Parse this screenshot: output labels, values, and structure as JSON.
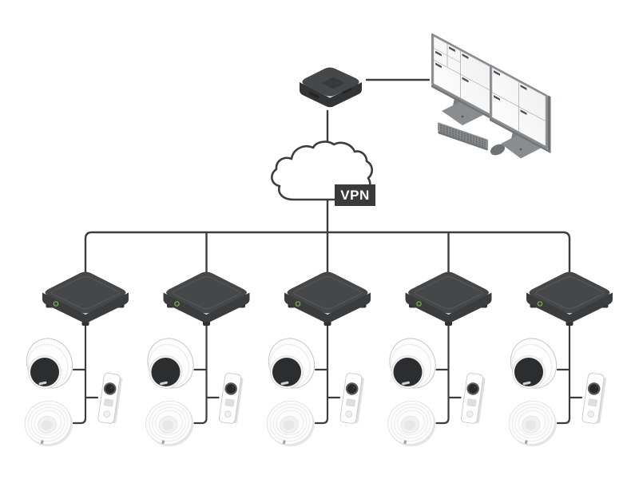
{
  "page": {
    "background": "#ffffff"
  },
  "vpn": {
    "label": "VPN",
    "bg": "#3a3a3a",
    "text_color": "#ffffff"
  },
  "colors": {
    "connector": "#3d3d3d",
    "recorder_dark": "#454749",
    "device_white": "#fcfcfc",
    "status_led_green": "#7cb342",
    "monitor_frame": "#898c8e"
  },
  "nodes": {
    "server": {
      "icon": "recording-server-icon"
    },
    "workstation": {
      "icon": "operator-workstation-icon",
      "monitor_count": 2,
      "left_monitor_tiles": 7,
      "right_monitor_tiles": 4,
      "has_keyboard": true,
      "has_mouse": true
    },
    "network": {
      "icon": "vpn-cloud-icon",
      "label": "VPN"
    },
    "sites": [
      {
        "id": 1,
        "recorder": "recorder-icon",
        "devices": [
          "dome-camera",
          "door-station",
          "ceiling-speaker"
        ]
      },
      {
        "id": 2,
        "recorder": "recorder-icon",
        "devices": [
          "dome-camera",
          "door-station",
          "ceiling-speaker"
        ]
      },
      {
        "id": 3,
        "recorder": "recorder-icon",
        "devices": [
          "dome-camera",
          "door-station",
          "ceiling-speaker"
        ]
      },
      {
        "id": 4,
        "recorder": "recorder-icon",
        "devices": [
          "dome-camera",
          "door-station",
          "ceiling-speaker"
        ]
      },
      {
        "id": 5,
        "recorder": "recorder-icon",
        "devices": [
          "dome-camera",
          "door-station",
          "ceiling-speaker"
        ]
      }
    ]
  }
}
